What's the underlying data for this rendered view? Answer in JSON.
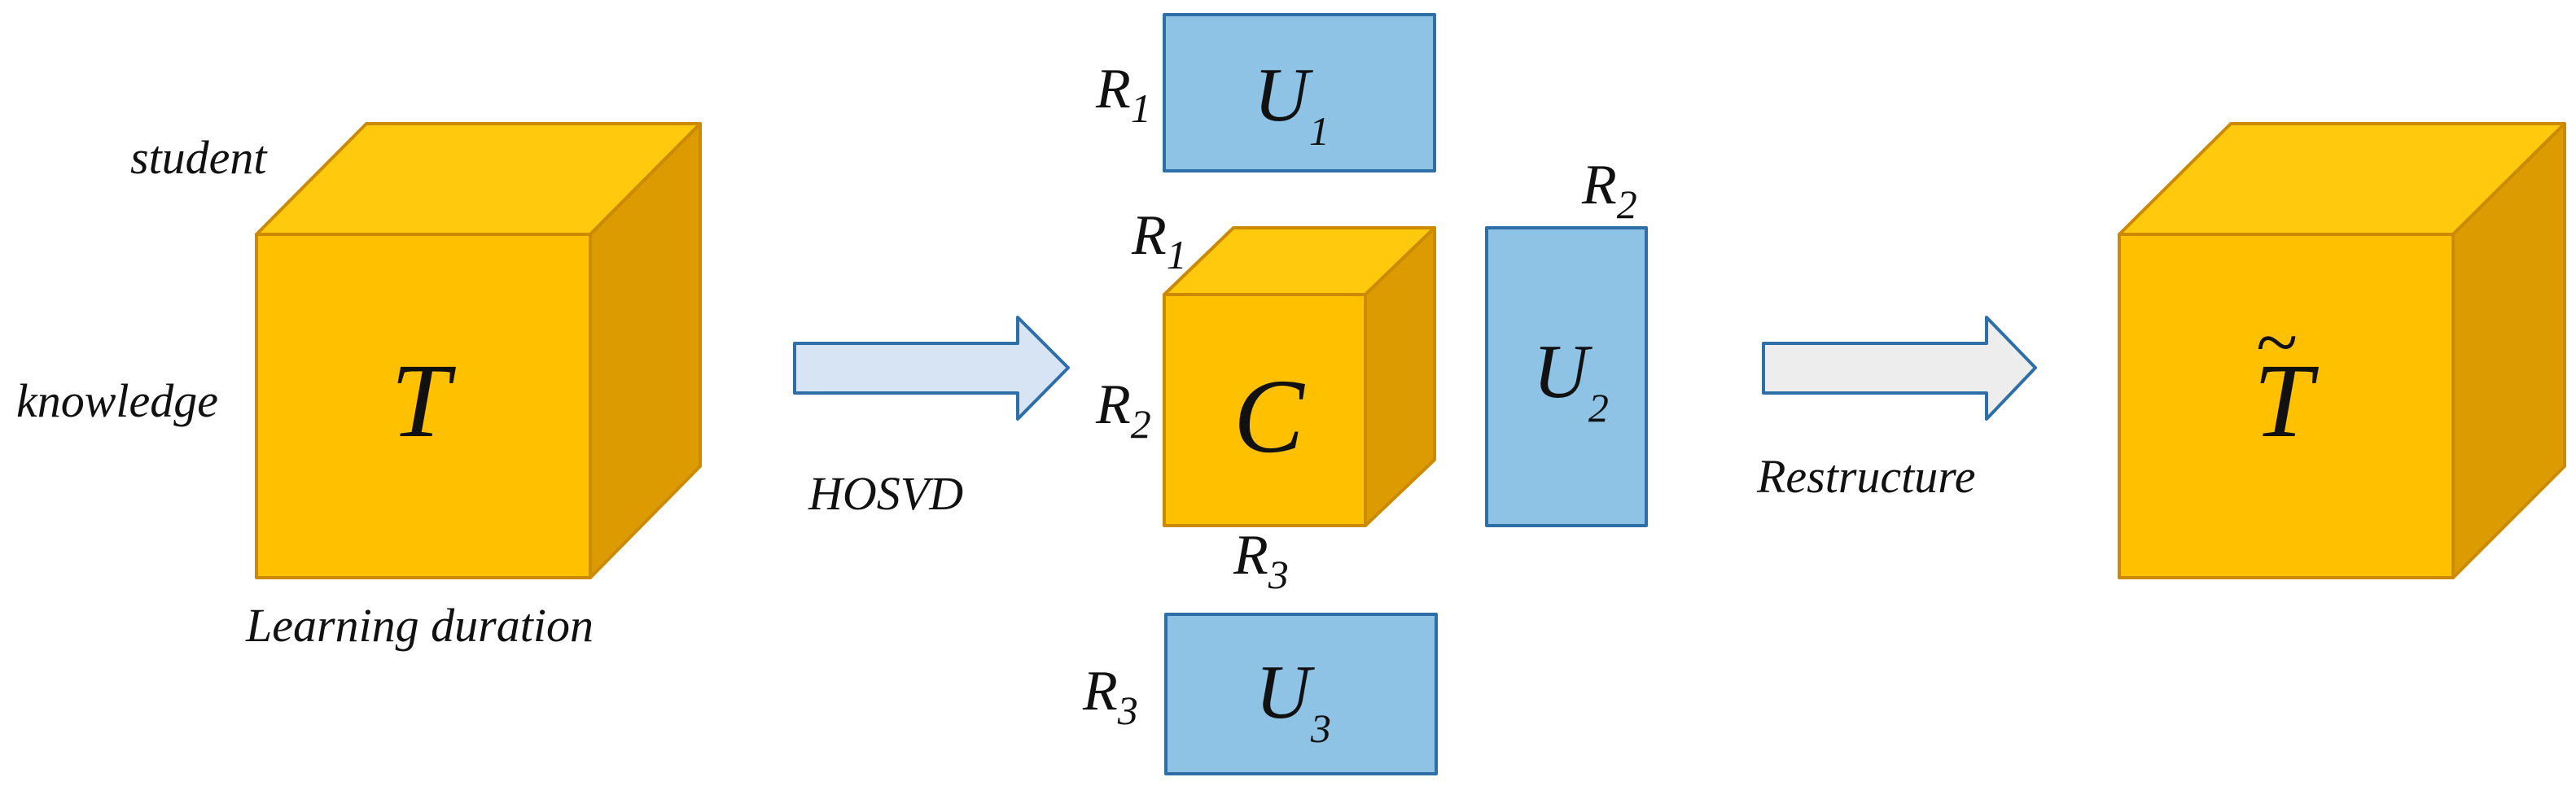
{
  "input_tensor": {
    "symbol": "T",
    "axis_labels": {
      "top": "student",
      "left": "knowledge",
      "bottom": "Learning duration"
    }
  },
  "decomposition": {
    "label": "HOSVD",
    "core": {
      "symbol": "C",
      "r_top": "R",
      "r_top_sub": "1",
      "r_left": "R",
      "r_left_sub": "2",
      "r_bottom": "R",
      "r_bottom_sub": "3"
    },
    "factors": [
      {
        "symbol": "U",
        "sub": "1",
        "rank": "R",
        "rank_sub": "1"
      },
      {
        "symbol": "U",
        "sub": "2",
        "rank": "R",
        "rank_sub": "2"
      },
      {
        "symbol": "U",
        "sub": "3",
        "rank": "R",
        "rank_sub": "3"
      }
    ]
  },
  "reconstruction": {
    "label": "Restructure"
  },
  "output_tensor": {
    "symbol": "T",
    "accent": "~"
  },
  "colors": {
    "cube_front": "#FFC000",
    "cube_top": "#FFC90E",
    "cube_side": "#DC9C00",
    "cube_edge": "#CC8A00",
    "factor_fill": "#8EC3E6",
    "factor_edge": "#2F6FA8",
    "arrow1_fill": "#D7E4F4",
    "arrow2_fill": "#EDEDED",
    "arrow_edge": "#2F6FA8"
  },
  "icons": [
    "tensor-cube",
    "core-tensor-cube",
    "factor-matrix",
    "right-arrow"
  ]
}
